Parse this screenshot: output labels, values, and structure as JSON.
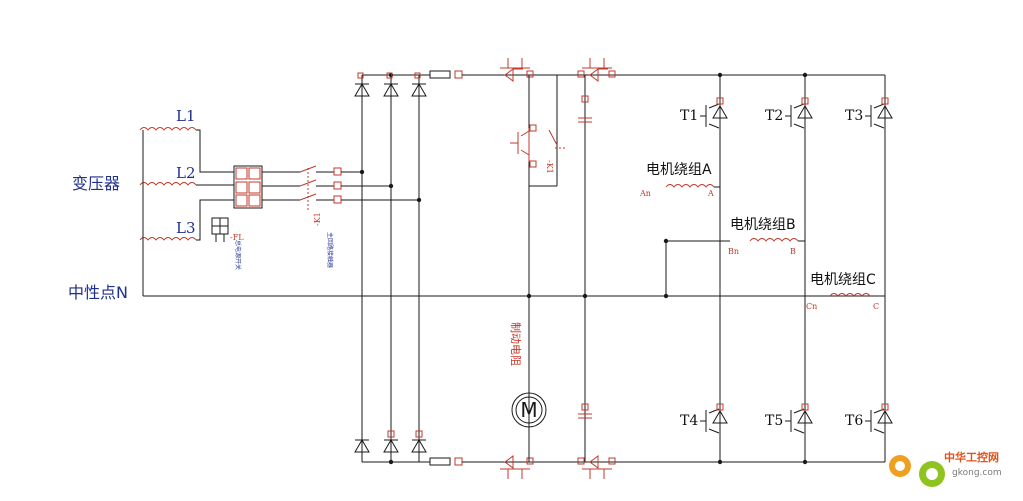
{
  "labels": {
    "transformer": "变压器",
    "neutral": "中性点N",
    "phase1": "L1",
    "phase2": "L2",
    "phase3": "L3",
    "winding_a": "电机绕组A",
    "winding_b": "电机绕组B",
    "winding_c": "电机绕组C",
    "t1": "T1",
    "t2": "T2",
    "t3": "T3",
    "t4": "T4",
    "t5": "T5",
    "t6": "T6",
    "a_in": "An",
    "a_out": "A",
    "b_in": "Bn",
    "b_out": "B",
    "c_in": "Cn",
    "c_out": "C",
    "fuse_ref": "-FL",
    "relay_ref_left": "-K1",
    "relay_ref_mid": "-K1",
    "breaker_note": "总电源开关",
    "contactor_note": "主回路接触器",
    "brake_motor": "制动电阻",
    "motor_symbol": "M"
  },
  "watermark": {
    "name": "中华工控网",
    "url": "gkong.com"
  },
  "colors": {
    "wire": "#1a1a1a",
    "component": "#c0392b",
    "label_blue": "#1f2f8f",
    "watermark_orange": "#e0541c"
  }
}
